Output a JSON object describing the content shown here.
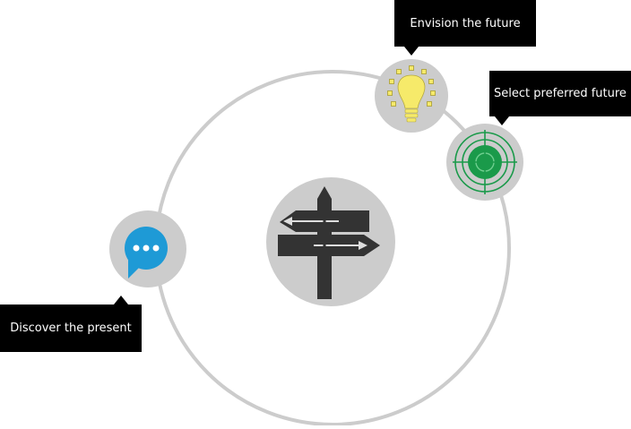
{
  "steps": {
    "discover": "Discover the present",
    "envision": "Envision the future",
    "select": "Select preferred future"
  },
  "icons": {
    "center": "signpost-icon",
    "discover": "speech-bubble-icon",
    "envision": "lightbulb-icon",
    "select": "target-icon"
  },
  "colors": {
    "ring": "#cccccc",
    "node": "#cccccc",
    "signpost": "#333333",
    "bubble": "#1e9ad6",
    "bulb": "#f6ea6a",
    "target": "#1a9a4a",
    "label_bg": "#000000",
    "label_text": "#ffffff"
  }
}
